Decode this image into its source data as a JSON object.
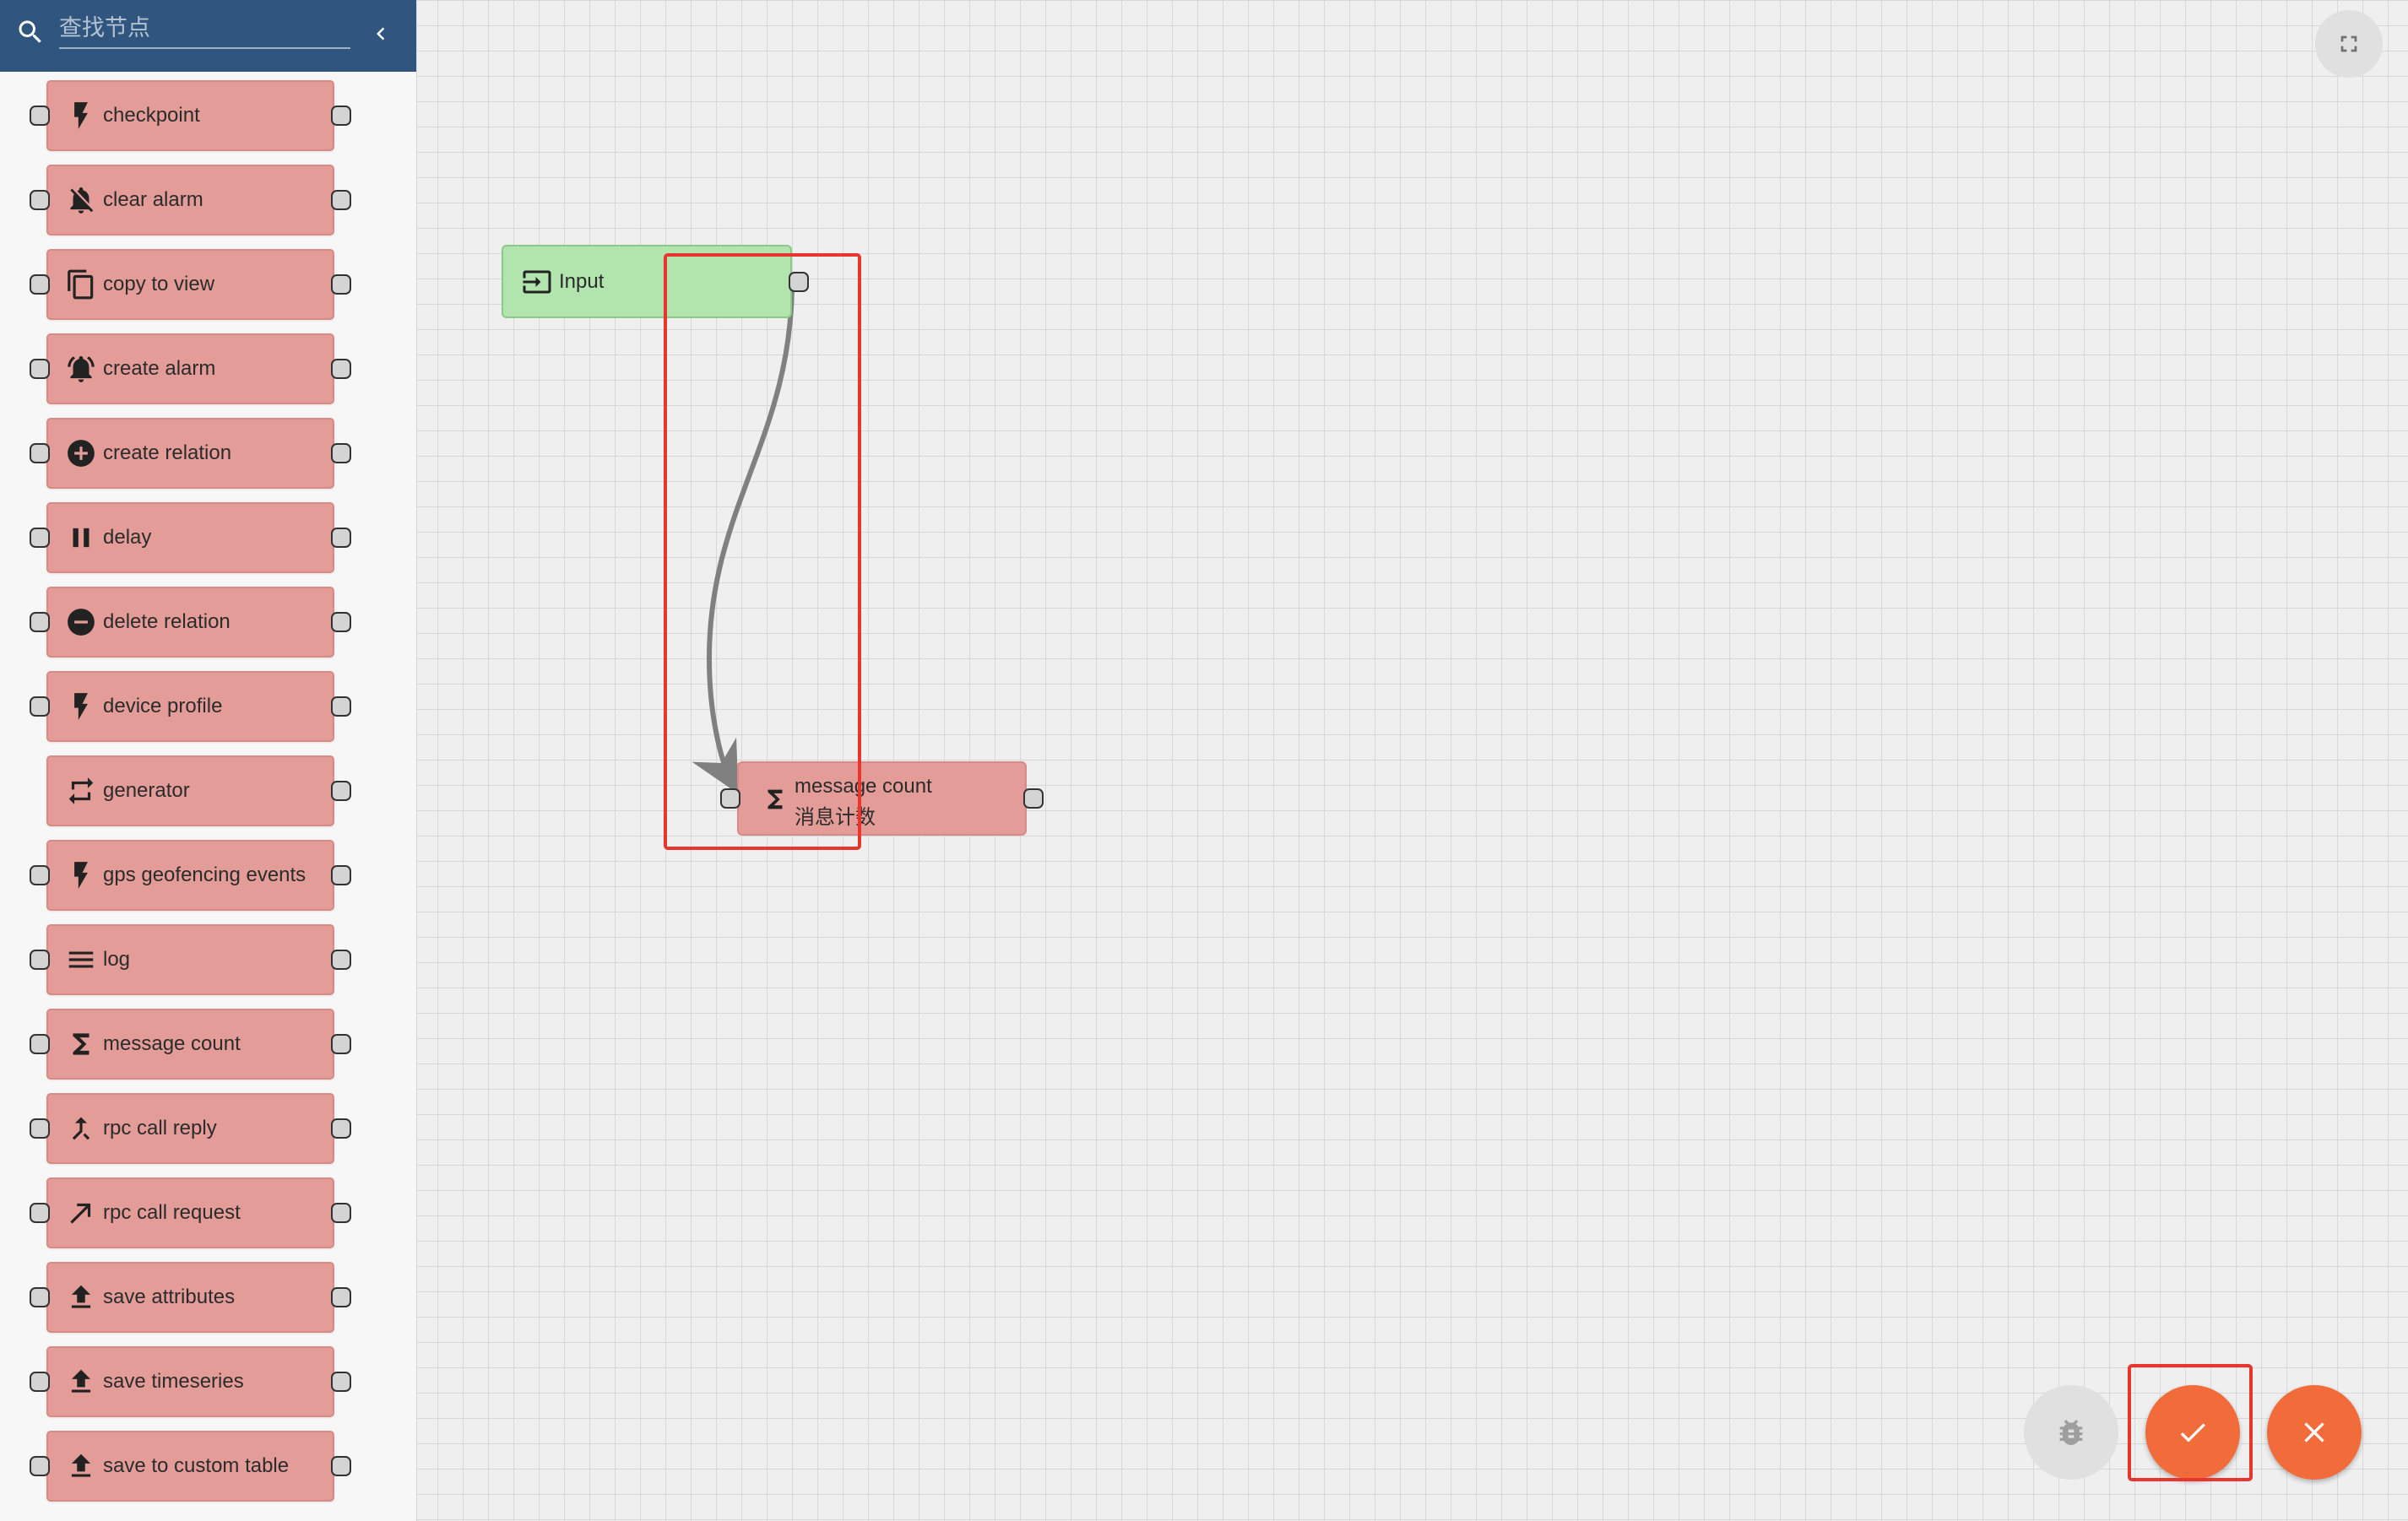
{
  "search": {
    "placeholder": "查找节点",
    "icon": "search-icon",
    "collapse_icon": "chevron-left-icon"
  },
  "palette": {
    "items": [
      {
        "label": "checkpoint",
        "icon": "flash-icon",
        "has_input": true
      },
      {
        "label": "clear alarm",
        "icon": "notifications-off-icon",
        "has_input": true
      },
      {
        "label": "copy to view",
        "icon": "content-copy-icon",
        "has_input": true
      },
      {
        "label": "create alarm",
        "icon": "notifications-active-icon",
        "has_input": true
      },
      {
        "label": "create relation",
        "icon": "add-circle-icon",
        "has_input": true
      },
      {
        "label": "delay",
        "icon": "pause-icon",
        "has_input": true
      },
      {
        "label": "delete relation",
        "icon": "remove-circle-icon",
        "has_input": true
      },
      {
        "label": "device profile",
        "icon": "flash-icon",
        "has_input": true
      },
      {
        "label": "generator",
        "icon": "repeat-icon",
        "has_input": false
      },
      {
        "label": "gps geofencing events",
        "icon": "flash-icon",
        "has_input": true
      },
      {
        "label": "log",
        "icon": "menu-lines-icon",
        "has_input": true
      },
      {
        "label": "message count",
        "icon": "sigma-icon",
        "has_input": true
      },
      {
        "label": "rpc call reply",
        "icon": "call-merge-icon",
        "has_input": true
      },
      {
        "label": "rpc call request",
        "icon": "call-made-icon",
        "has_input": true
      },
      {
        "label": "save attributes",
        "icon": "file-upload-icon",
        "has_input": true
      },
      {
        "label": "save timeseries",
        "icon": "file-upload-icon",
        "has_input": true
      },
      {
        "label": "save to custom table",
        "icon": "file-upload-icon",
        "has_input": true
      }
    ]
  },
  "canvas": {
    "input_node": {
      "label": "Input",
      "icon": "input-icon"
    },
    "message_count_node": {
      "type_label": "message count",
      "name": "消息计数",
      "icon": "sigma-icon"
    }
  },
  "controls": {
    "fullscreen_icon": "fullscreen-icon",
    "debug_icon": "bug-icon",
    "apply_icon": "check-icon",
    "cancel_icon": "close-icon"
  },
  "colors": {
    "sidebar_header": "#305680",
    "action_node": "#e49c98",
    "input_node": "#b2e5ae",
    "fab_accent": "#f26b3a",
    "highlight": "#e8362e"
  }
}
